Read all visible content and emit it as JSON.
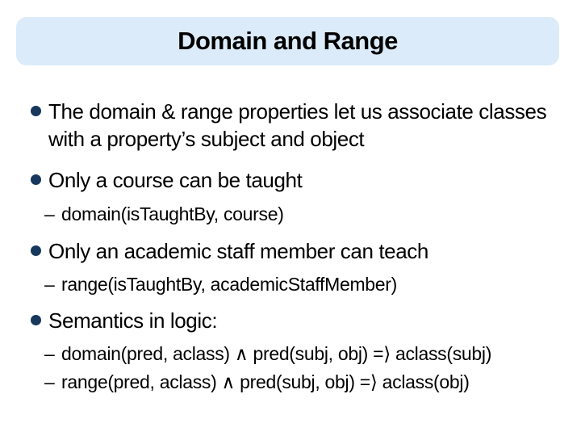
{
  "slide": {
    "title": "Domain and Range",
    "dash_char": "–",
    "colors": {
      "title_bg": "#dbebf9",
      "bullet_dot": "#17375d",
      "text": "#000000"
    },
    "bullets": [
      {
        "level": 1,
        "text": "The domain & range properties let us associate classes with a property’s subject and object"
      },
      {
        "level": 1,
        "text": "Only a course can be taught"
      },
      {
        "level": 2,
        "text": "domain(isTaughtBy, course)"
      },
      {
        "level": 1,
        "text": "Only an academic staff member can teach"
      },
      {
        "level": 2,
        "text": "range(isTaughtBy, academicStaffMember)"
      },
      {
        "level": 1,
        "text": "Semantics in logic:"
      },
      {
        "level": 2,
        "text": "domain(pred, aclass) ∧ pred(subj, obj) =⟩ aclass(subj)"
      },
      {
        "level": 2,
        "text": "range(pred, aclass) ∧ pred(subj, obj) =⟩ aclass(obj)"
      }
    ]
  }
}
